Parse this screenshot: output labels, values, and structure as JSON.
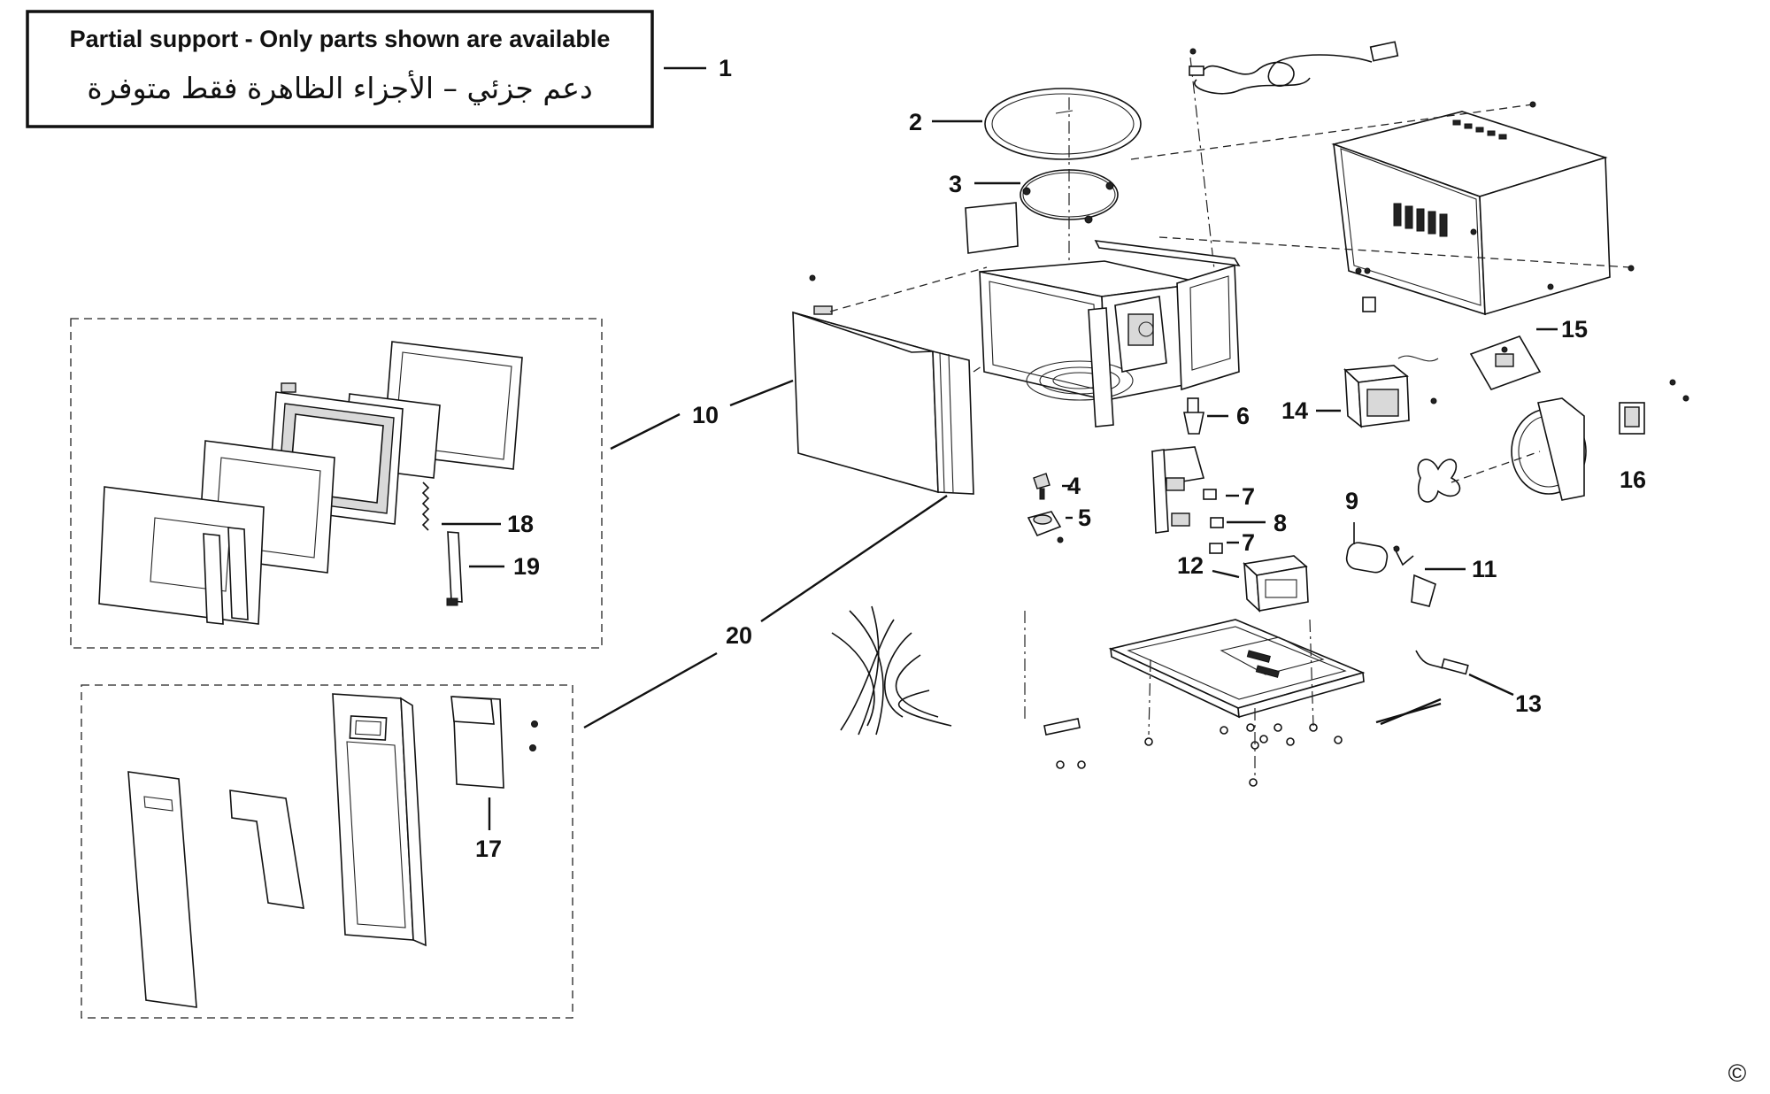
{
  "notice": {
    "english": "Partial support - Only parts shown are available",
    "arabic": "دعم جزئي – الأجزاء الظاهرة فقط متوفرة"
  },
  "callouts": {
    "c1": "1",
    "c2": "2",
    "c3": "3",
    "c4": "4",
    "c5": "5",
    "c6": "6",
    "c7a": "7",
    "c7b": "7",
    "c8": "8",
    "c9": "9",
    "c10": "10",
    "c11": "11",
    "c12": "12",
    "c13": "13",
    "c14": "14",
    "c15": "15",
    "c16": "16",
    "c17": "17",
    "c18": "18",
    "c19": "19",
    "c20": "20"
  },
  "copyright": "©"
}
